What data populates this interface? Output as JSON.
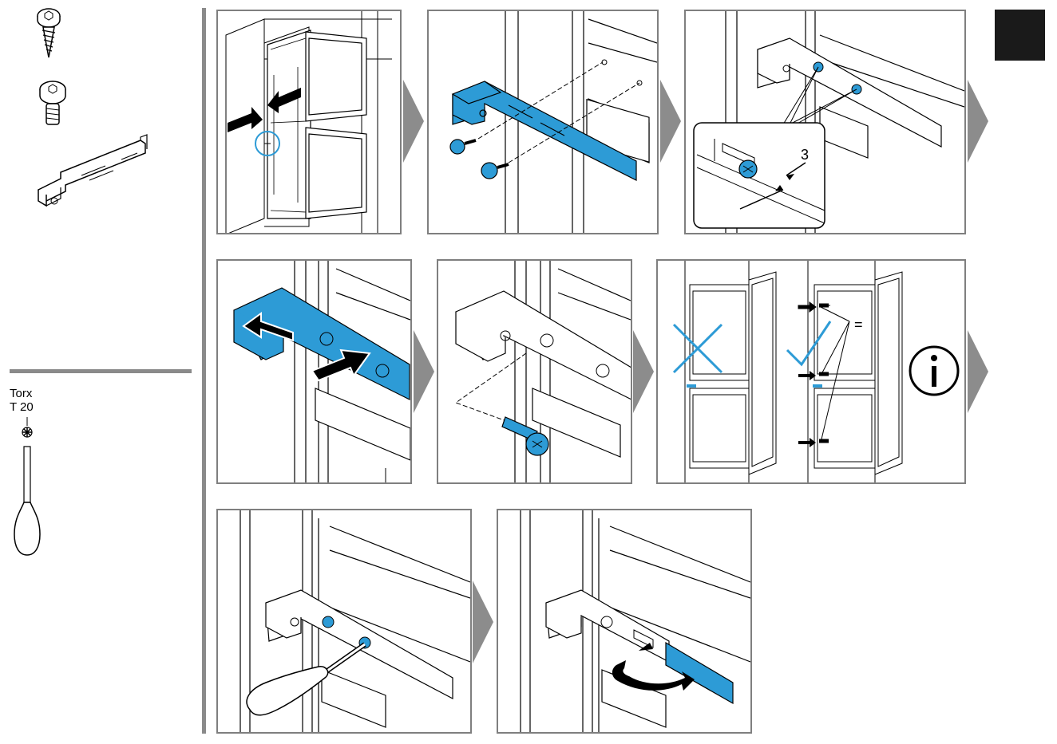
{
  "tool": {
    "name": "Torx",
    "size": "T 20"
  },
  "step3": {
    "dimension": "3"
  },
  "step6": {
    "equal_sign": "="
  },
  "colors": {
    "accent": "#2d9bd6",
    "panel_border": "#7f7f7f",
    "arrow": "#8c8c8c",
    "corner_block": "#1a1a1a"
  }
}
